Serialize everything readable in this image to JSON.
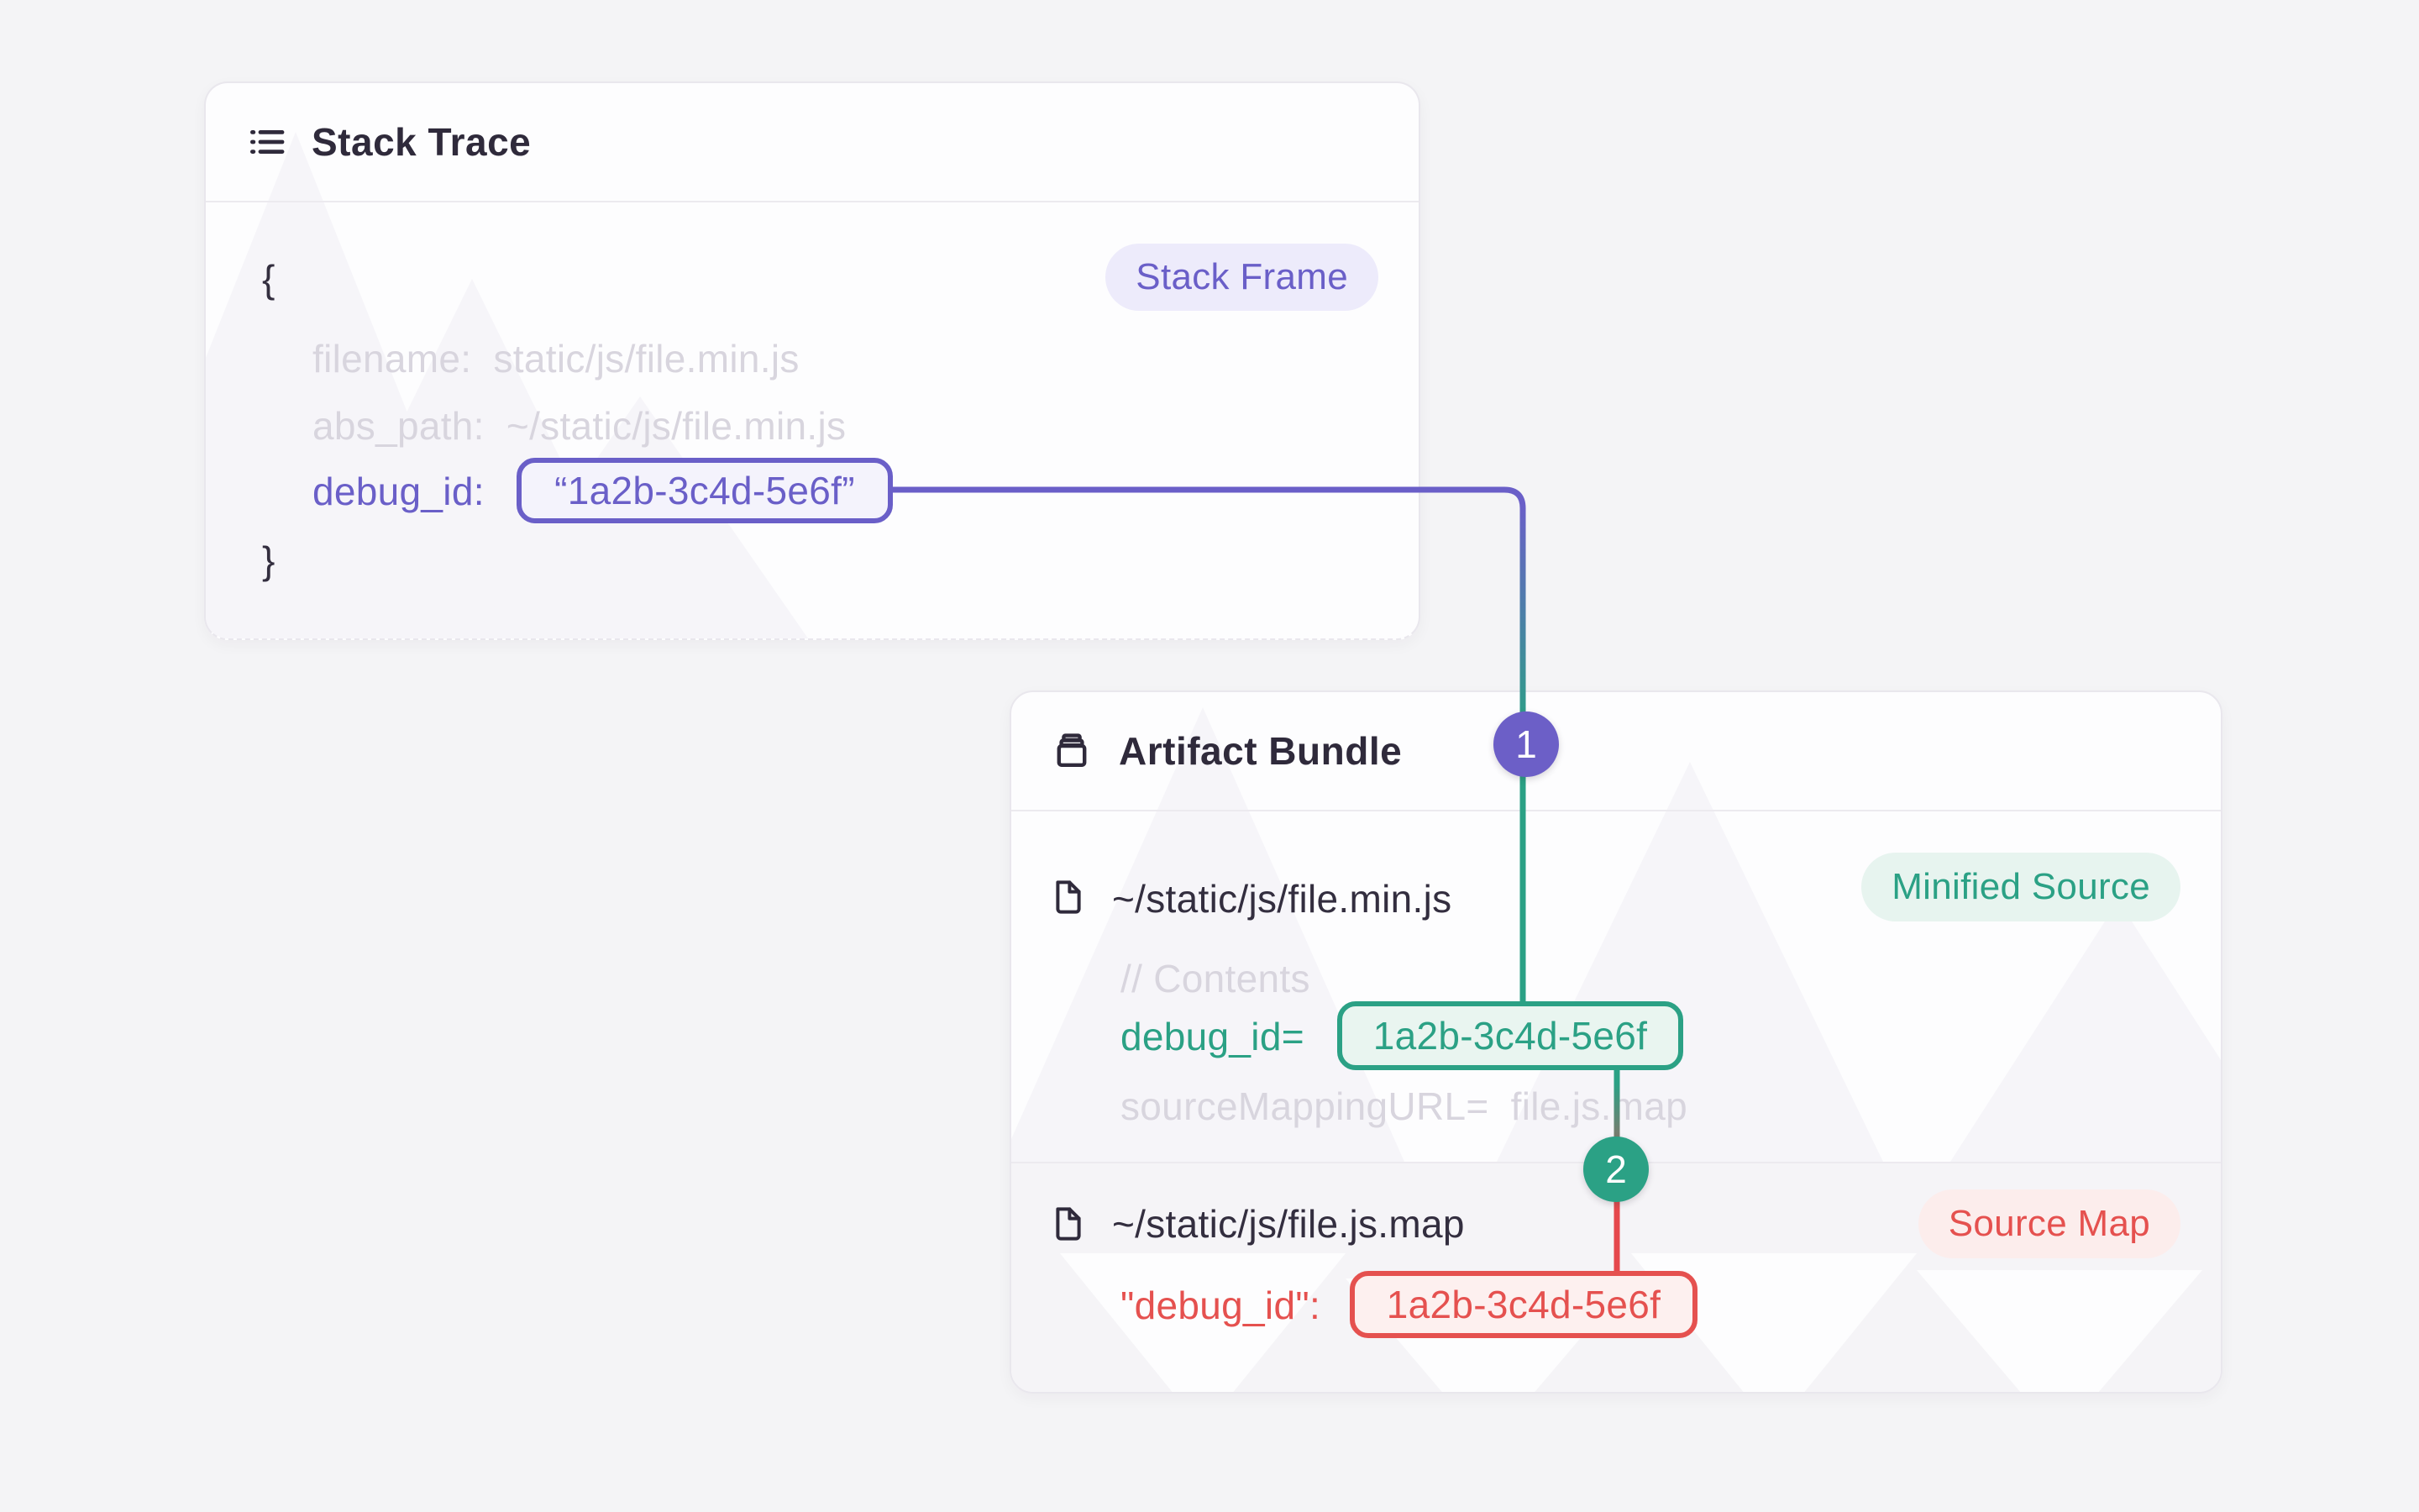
{
  "colors": {
    "page_bg": "#F4F4F6",
    "card_bg": "#FDFDFE",
    "accent_purple": "#6A5FC8",
    "accent_green": "#2BA185",
    "accent_red": "#E5514F",
    "text_dark": "#2F2A3B",
    "text_muted": "#D8D5DE"
  },
  "stack_card": {
    "title": "Stack Trace",
    "frame_badge": "Stack Frame",
    "brace_open": "{",
    "brace_close": "}",
    "line_filename": "filename:  static/js/file.min.js",
    "line_abs_path": "abs_path:  ~/static/js/file.min.js",
    "debug_id_label": "debug_id:",
    "debug_id_value": "“1a2b-3c4d-5e6f”"
  },
  "artifact_card": {
    "title": "Artifact Bundle",
    "minified": {
      "path": "~/static/js/file.min.js",
      "badge": "Minified Source",
      "comment": "// Contents",
      "debug_id_label": "debug_id=",
      "debug_id_value": "1a2b-3c4d-5e6f",
      "source_mapping_line": "sourceMappingURL=  file.js.map"
    },
    "source_map": {
      "path": "~/static/js/file.js.map",
      "badge": "Source Map",
      "debug_id_label": "\"debug_id\":",
      "debug_id_value": "1a2b-3c4d-5e6f"
    }
  },
  "connectors": {
    "step_1": "1",
    "step_2": "2"
  }
}
